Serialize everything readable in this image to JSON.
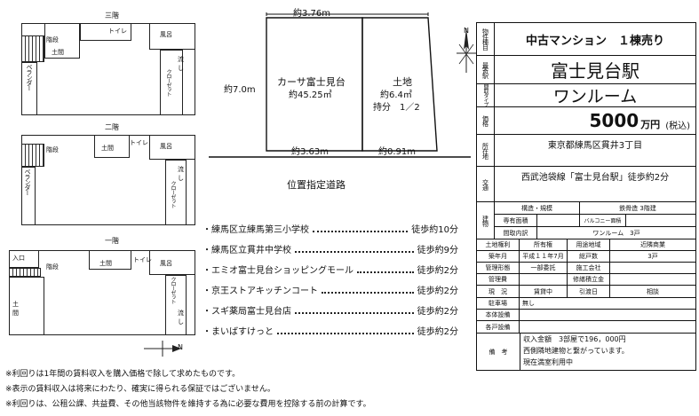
{
  "floors": {
    "third": {
      "title": "三階",
      "stairs": "階段",
      "toilet": "トイレ",
      "bath": "風呂",
      "doma": "土間",
      "sink": "流し",
      "closet": "クローゼット",
      "veranda": "ベランダー"
    },
    "second": {
      "title": "二階",
      "stairs": "階段",
      "doma": "土間",
      "toilet": "トイレ",
      "bath": "風呂",
      "sink": "流し",
      "closet": "クローゼット",
      "veranda": "ベランダー"
    },
    "first": {
      "title": "一階",
      "entrance": "入口",
      "stairs": "階段",
      "doma": "土間",
      "toilet": "トイレ",
      "bath": "風呂",
      "sink": "流し",
      "closet": "クローゼット",
      "doma2": "土間"
    }
  },
  "site": {
    "top_width": "約3.76m",
    "left_depth": "約7.0m",
    "building_name": "カーサ富士見台",
    "building_area": "約45.25㎡",
    "land_label": "土地",
    "land_area": "約6.4㎡",
    "land_share": "持分　1／2",
    "bottom_left": "約3.63m",
    "bottom_right": "約0.91m",
    "road": "位置指定道路"
  },
  "nearby": [
    {
      "name": "・練馬区立練馬第三小学校",
      "time": "徒歩約10分"
    },
    {
      "name": "・練馬区立貫井中学校",
      "time": "徒歩約9分"
    },
    {
      "name": "・エミオ富士見台ショッピングモール",
      "time": "徒歩約2分"
    },
    {
      "name": "・京王ストアキッチンコート",
      "time": "徒歩約2分"
    },
    {
      "name": "・スギ薬局富士見台店",
      "time": "徒歩約2分"
    },
    {
      "name": "・まいばすけっと",
      "time": "徒歩約2分"
    }
  ],
  "compass": {
    "north": "N"
  },
  "notes": [
    "※利回りは1年間の賃料収入を購入価格で除して求めたものです。",
    "※表示の賃料収入は将来にわたり、確実に得られる保証ではございません。",
    "※利回りは、公租公課、共益費、その他当該物件を維持する為に必要な費用を控除する前の計算です。"
  ],
  "info": {
    "type_label": "物件種目",
    "type_value": "中古マンション　１棟売り",
    "station_label": "最寄駅",
    "station_value": "富士見台駅",
    "layout_label": "間取タイプ",
    "layout_value": "ワンルーム",
    "price_label": "価格",
    "price_value": "5000",
    "price_unit": "万円",
    "price_tax": "(税込)",
    "address_label": "所在地",
    "address_value": "東京都練馬区貫井3丁目",
    "transport_label": "交通",
    "transport_value": "西武池袋線「富士見台駅」徒歩約2分",
    "building_label": "建物",
    "structure_label": "構造・規模",
    "structure_value": "鉄骨造 3階建",
    "exclusive_label": "専有面積",
    "balcony_label": "バルコニー面積",
    "layout_detail_label": "間取内訳",
    "layout_detail_value": "ワンルーム　3戸",
    "rights_label": "土地権利",
    "rights_value": "所有権",
    "zoning_label": "用途地域",
    "zoning_value": "近隣商業",
    "built_label": "築年月",
    "built_value": "平成１１年7月",
    "units_label": "総戸数",
    "units_value": "3戸",
    "mgmt_form_label": "管理形態",
    "mgmt_form_value": "一部委託",
    "builder_label": "施工会社",
    "mgmt_fee_label": "管理費",
    "repair_label": "修繕積立金",
    "status_label": "現　況",
    "status_value": "賃貸中",
    "handover_label": "引渡日",
    "handover_value": "相談",
    "parking_label": "駐車場",
    "parking_value": "無し",
    "facility_label": "本体設備",
    "unit_facility_label": "各戸設備",
    "remarks_label": "備　考",
    "remarks": [
      "収入金額　3部屋で196，000円",
      "西側隣地建物と繋がっています。",
      "現在満室利用中"
    ]
  }
}
